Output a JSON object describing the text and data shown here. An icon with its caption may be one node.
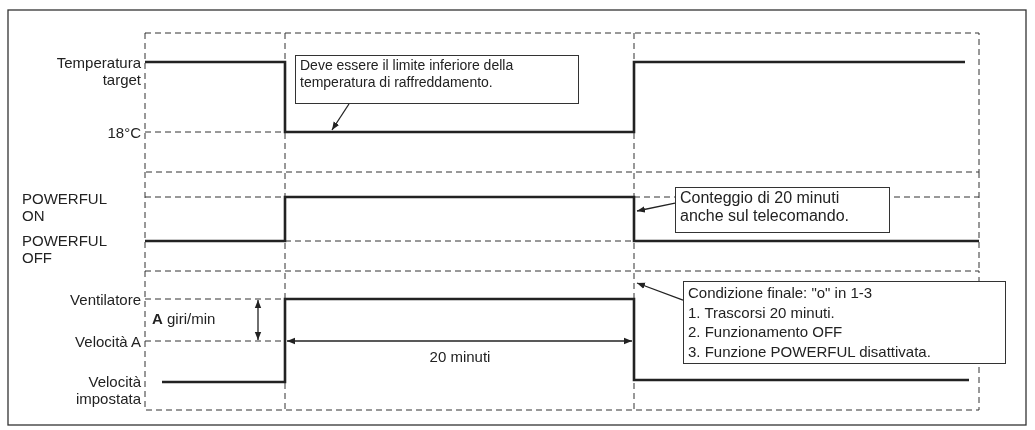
{
  "diagram": {
    "nodes": [
      {
        "text": [
          "Deve essere il limite inferiore della temperatura di raffreddamento."
        ]
      },
      {
        "text": [
          "Conteggio di 20 minuti anche sul telecomando."
        ]
      },
      {
        "text": [
          "Condizione finale: \"o\" in 1-3",
          "1. Trascorsi 20 minuti.",
          "2. Funzionamento OFF",
          "3. Funzione POWERFUL disattivata."
        ]
      }
    ],
    "edges": [
      {
        "from": 0,
        "to": null,
        "arrow": "to"
      },
      {
        "from": 1,
        "to": null,
        "arrow": "to"
      },
      {
        "from": 2,
        "to": null,
        "arrow": "to"
      }
    ],
    "labels": [
      "Temperatura target",
      "18°C",
      "POWERFUL ON",
      "POWERFUL OFF",
      "Ventilatore",
      "**A** giri/min",
      "Velocità A",
      "20 minuti",
      "Velocità impostata"
    ]
  }
}
